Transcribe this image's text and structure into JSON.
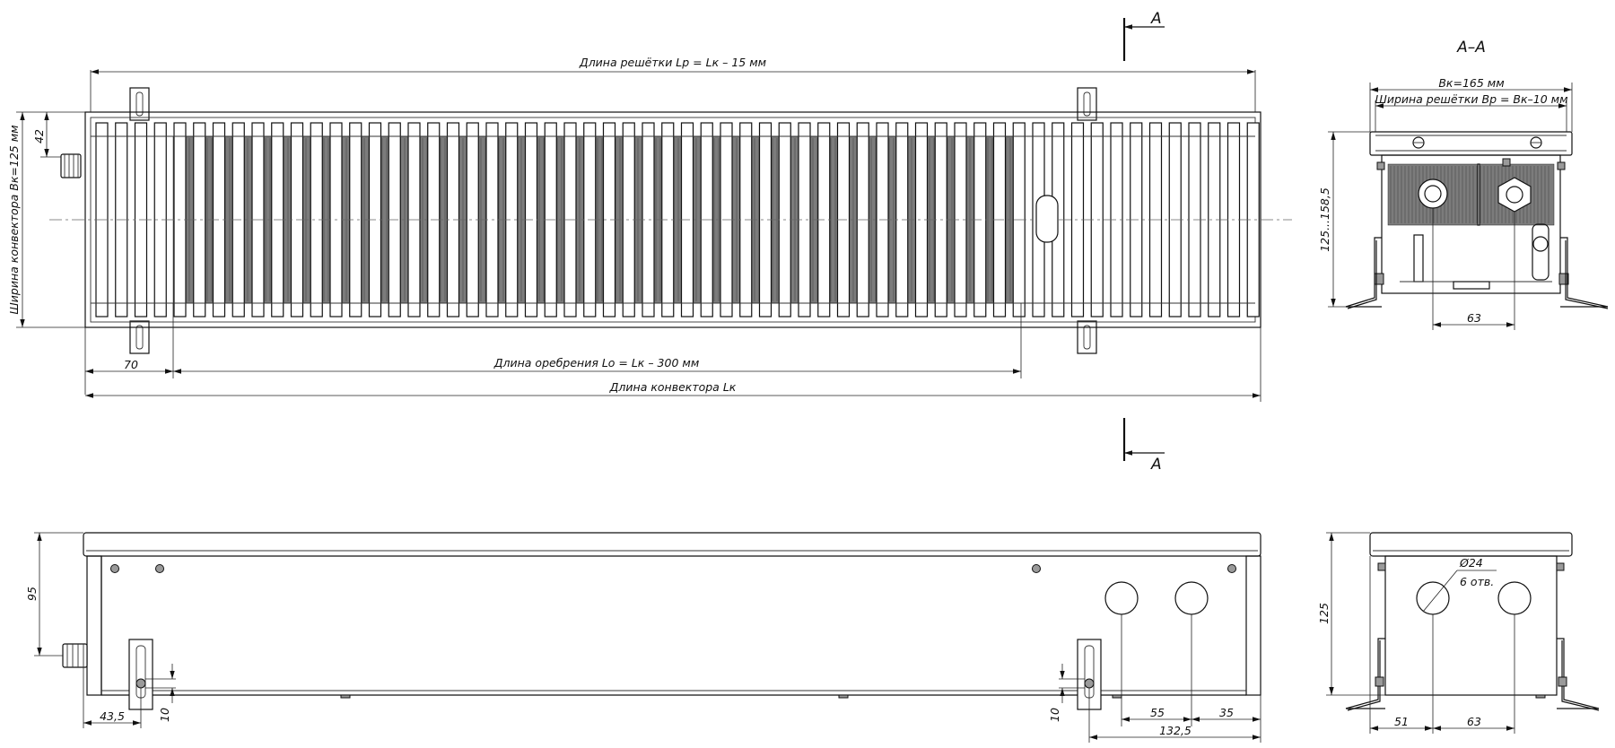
{
  "section_mark": "A",
  "section_title": "A–A",
  "top_view": {
    "grille_length": "Длина решётки Lр = Lк – 15 мм",
    "convector_width": "Ширина конвектора Вк=125 мм",
    "dim_42": "42",
    "dim_70": "70",
    "fin_length": "Длина оребрения Lо = Lк – 300 мм",
    "convector_length": "Длина конвектора Lк"
  },
  "section_view": {
    "width_bk": "Вк=165 мм",
    "grille_width": "Ширина решётки Вр = Вк–10 мм",
    "height_range": "125...158,5",
    "dim_63": "63"
  },
  "front_view": {
    "dim_95": "95",
    "dim_43_5": "43,5",
    "dim_10_left": "10",
    "dim_10_right": "10",
    "dim_55": "55",
    "dim_35": "35",
    "dim_132_5": "132,5"
  },
  "side_view": {
    "hole_diameter": "Ø24",
    "hole_count": "6 отв.",
    "dim_125": "125",
    "dim_51": "51",
    "dim_63": "63"
  },
  "colors": {
    "line": "#111111",
    "fins": "#7c7c7c",
    "background": "#ffffff"
  }
}
